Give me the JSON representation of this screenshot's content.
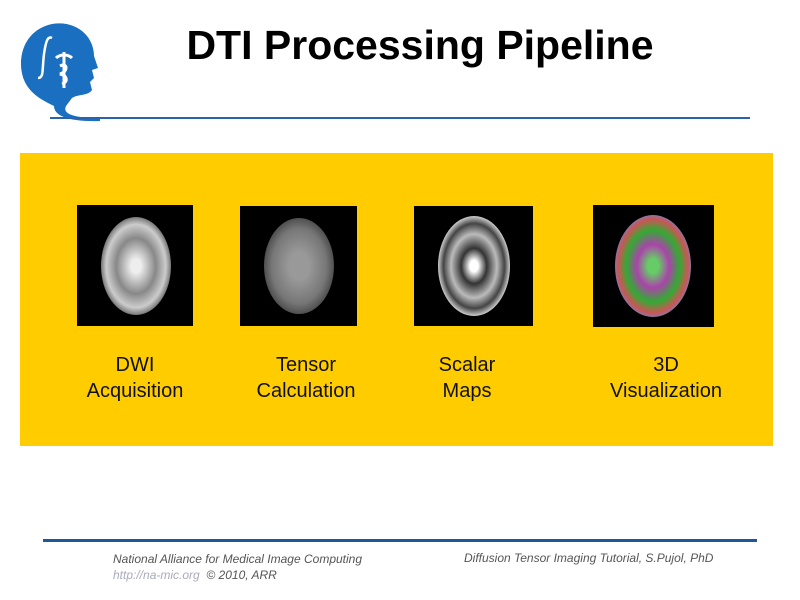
{
  "title": "DTI Processing Pipeline",
  "logo": {
    "icon": "na-mic-head-logo",
    "color": "#1a6fc0"
  },
  "panel_color": "#ffcc00",
  "stages": [
    {
      "line1": "DWI",
      "line2": "Acquisition",
      "image": "dwi-brain-image"
    },
    {
      "line1": "Tensor",
      "line2": "Calculation",
      "image": "tensor-brain-image"
    },
    {
      "line1": "Scalar",
      "line2": "Maps",
      "image": "scalar-map-brain-image"
    },
    {
      "line1": "3D",
      "line2": "Visualization",
      "image": "3d-color-brain-image"
    }
  ],
  "footer": {
    "org": "National Alliance for Medical Image Computing",
    "url": "http://na-mic.org",
    "copyright": "© 2010, ARR",
    "tutorial": "Diffusion Tensor Imaging Tutorial, S.Pujol, PhD"
  }
}
